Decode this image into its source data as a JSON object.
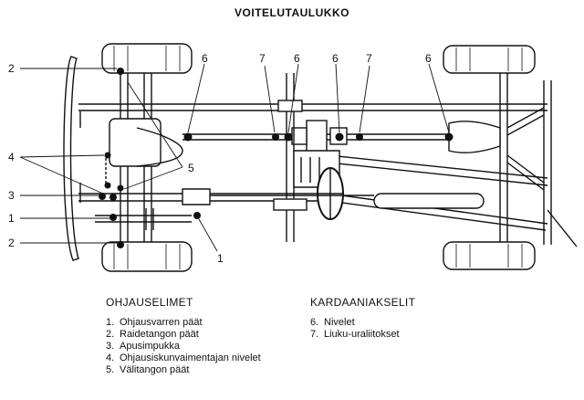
{
  "title": "VOITELUTAULUKKO",
  "callouts": {
    "left": [
      "2",
      "4",
      "3",
      "1",
      "2"
    ],
    "top": [
      "6",
      "7",
      "6",
      "6",
      "7",
      "6"
    ],
    "five": "5",
    "one": "1"
  },
  "legends": {
    "steering": {
      "heading": "OHJAUSELIMET",
      "items": [
        {
          "num": "1.",
          "text": "Ohjausvarren päät"
        },
        {
          "num": "2.",
          "text": "Raidetangon päät"
        },
        {
          "num": "3.",
          "text": "Apusimpukka"
        },
        {
          "num": "4.",
          "text": "Ohjausiskunvaimentajan nivelet"
        },
        {
          "num": "5.",
          "text": "Välitangon päät"
        }
      ]
    },
    "driveshaft": {
      "heading": "KARDAANIAKSELIT",
      "items": [
        {
          "num": "6.",
          "text": "Nivelet"
        },
        {
          "num": "7.",
          "text": "Liuku-uraliitokset"
        }
      ]
    }
  }
}
